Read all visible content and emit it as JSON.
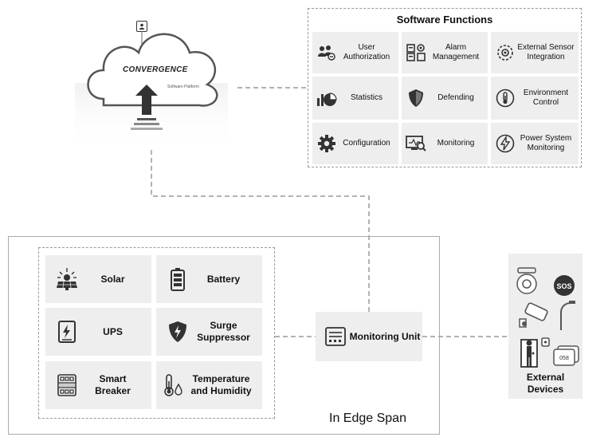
{
  "cloud": {
    "logo_text": "CONVERGENCE",
    "subtitle": "Software Platform",
    "icons": [
      "user-icon",
      "upload-arrow-icon"
    ]
  },
  "software": {
    "title": "Software Functions",
    "items": [
      {
        "label": "User Authorization",
        "icon": "user-group-icon"
      },
      {
        "label": "Alarm Management",
        "icon": "alarm-icon"
      },
      {
        "label": "External Sensor Integration",
        "icon": "sensor-icon"
      },
      {
        "label": "Statistics",
        "icon": "statistics-icon"
      },
      {
        "label": "Defending",
        "icon": "shield-icon"
      },
      {
        "label": "Environment Control",
        "icon": "thermometer-icon"
      },
      {
        "label": "Configuration",
        "icon": "gear-icon"
      },
      {
        "label": "Monitoring",
        "icon": "monitor-icon"
      },
      {
        "label": "Power System Monitoring",
        "icon": "power-icon"
      }
    ]
  },
  "edge": {
    "label": "In Edge Span",
    "items": [
      {
        "label": "Solar",
        "icon": "solar-panel-icon"
      },
      {
        "label": "Battery",
        "icon": "battery-icon"
      },
      {
        "label": "UPS",
        "icon": "ups-icon"
      },
      {
        "label": "Surge Suppressor",
        "icon": "surge-shield-icon"
      },
      {
        "label": "Smart Breaker",
        "icon": "breaker-icon"
      },
      {
        "label": "Temperature and Humidity",
        "icon": "temperature-humidity-icon"
      }
    ]
  },
  "monitoring_unit": {
    "label": "Monitoring Unit",
    "icon": "monitoring-unit-icon"
  },
  "external": {
    "label": "External Devices",
    "sos_text": "SOS",
    "meter_text": "058",
    "icons": [
      "smoke-detector-icon",
      "sos-button-icon",
      "camera-icon",
      "street-lamp-icon",
      "door-access-icon",
      "meter-icon"
    ]
  }
}
